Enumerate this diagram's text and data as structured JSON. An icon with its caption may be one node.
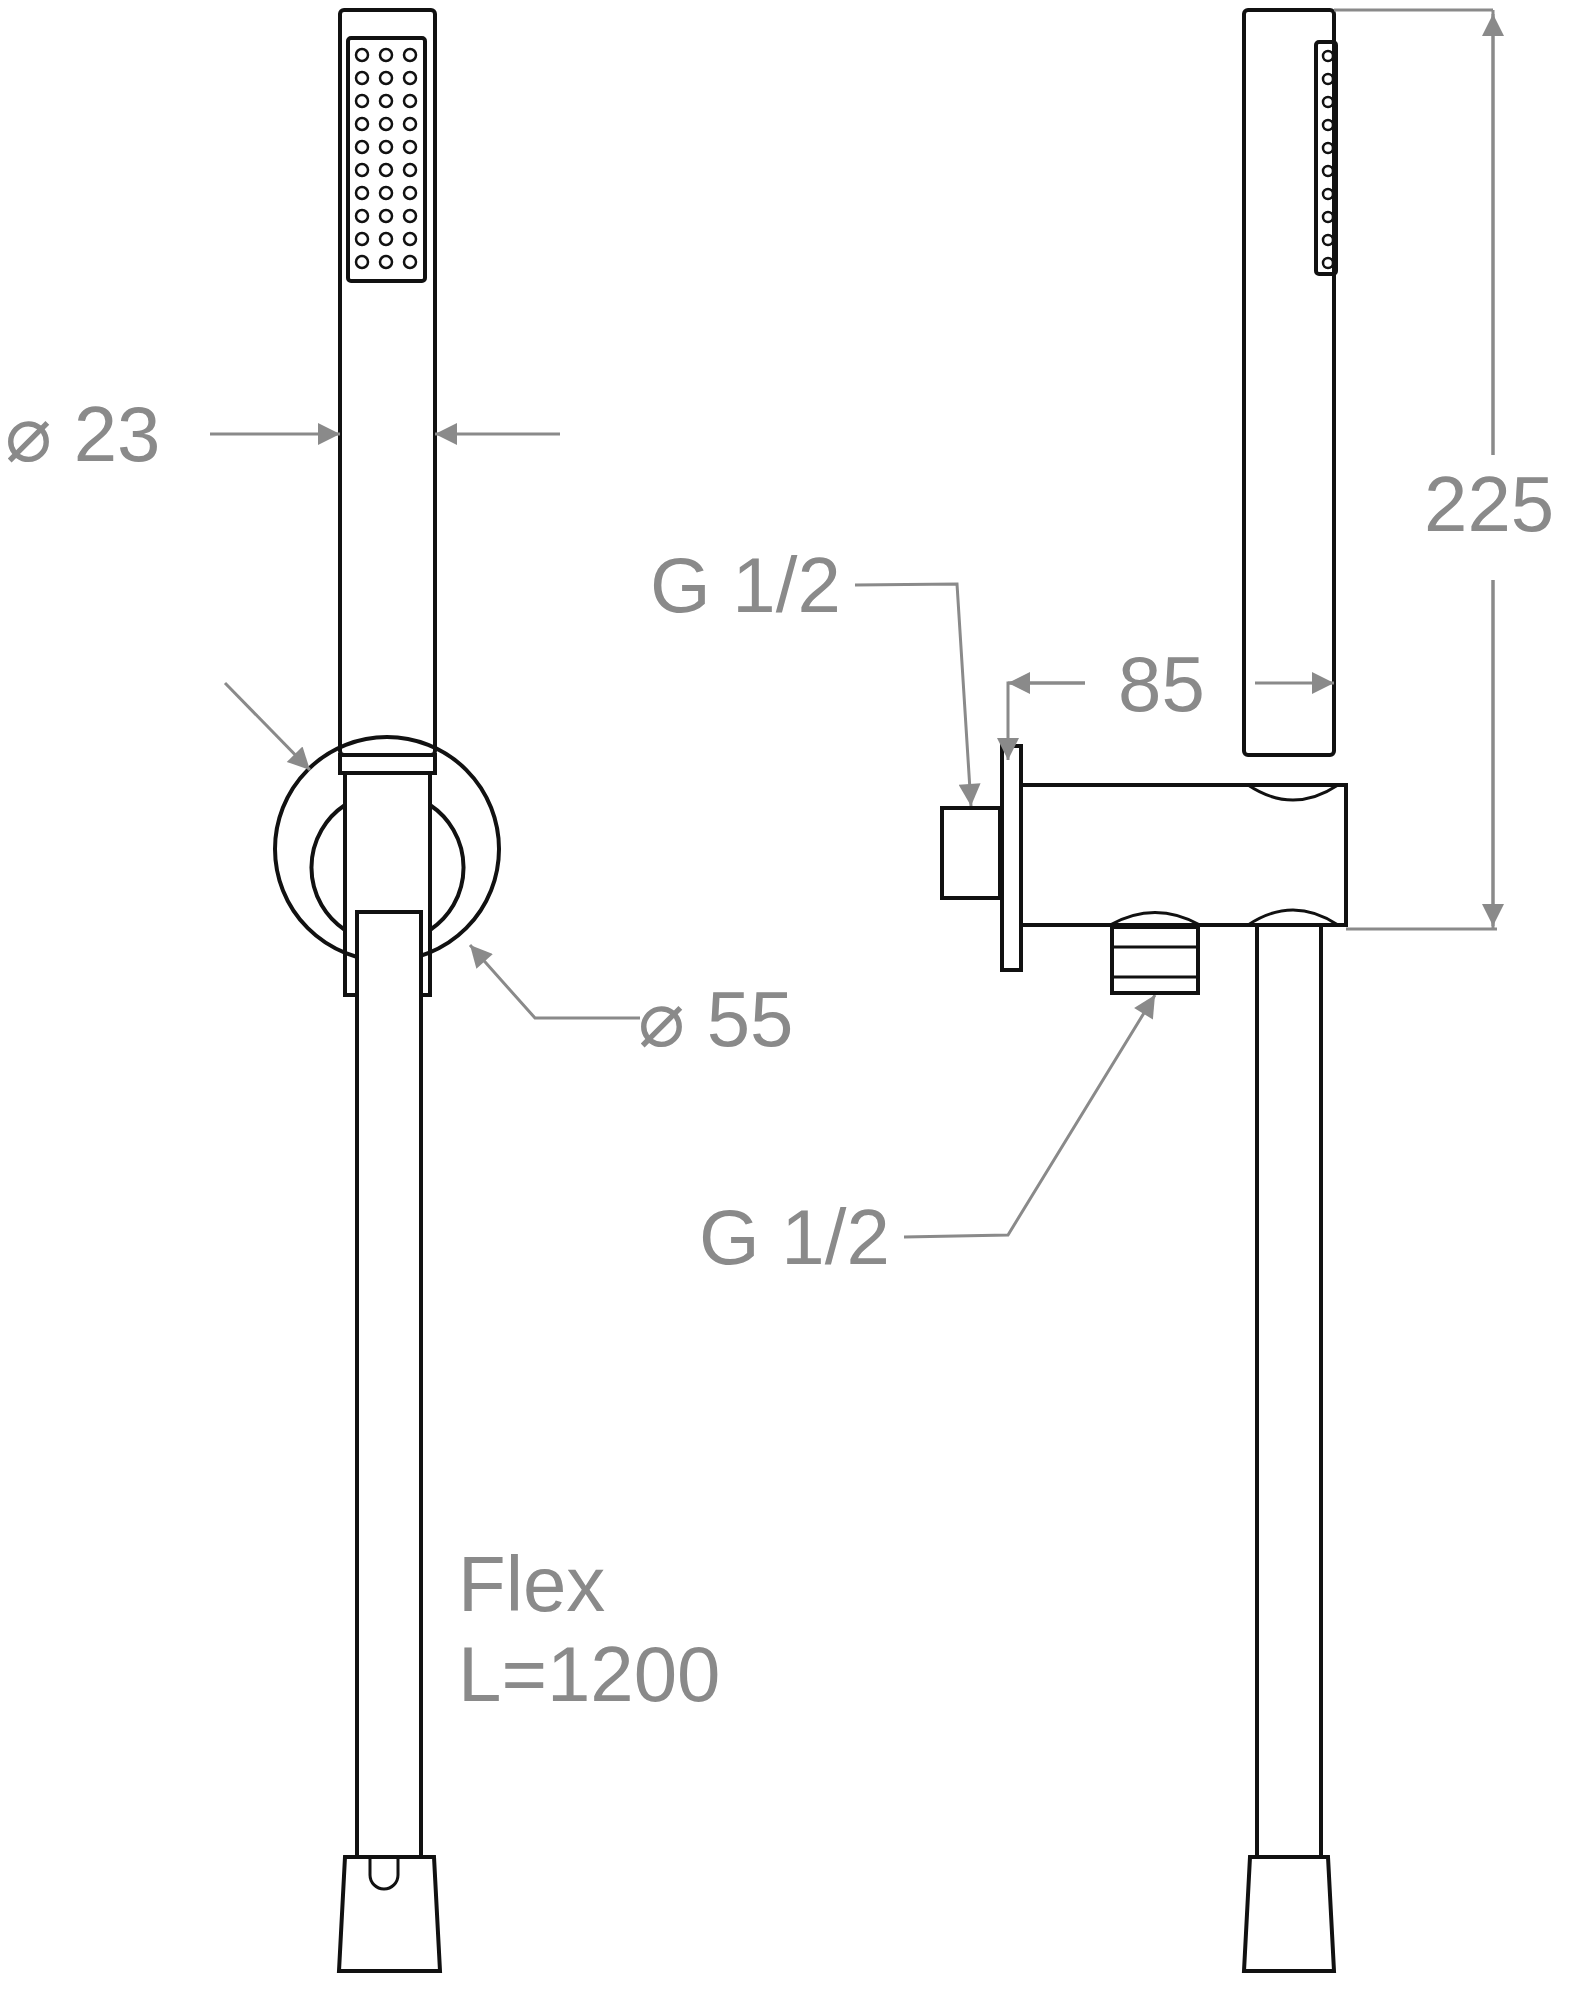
{
  "diagram": {
    "nodes": [
      {
        "text": [
          "G 1/2"
        ]
      },
      {
        "text": [],
        "shape": "box"
      },
      {
        "text": [
          "G 1/2"
        ]
      },
      {
        "text": [],
        "shape": "box"
      }
    ],
    "edges": [
      {
        "from": 0,
        "to": 1,
        "arrow": "to"
      },
      {
        "from": 2,
        "to": 3,
        "arrow": "to"
      }
    ],
    "labels": [
      "⌀ 23",
      "225",
      "85",
      "⌀ 55",
      "Flex",
      "L=1200"
    ]
  }
}
